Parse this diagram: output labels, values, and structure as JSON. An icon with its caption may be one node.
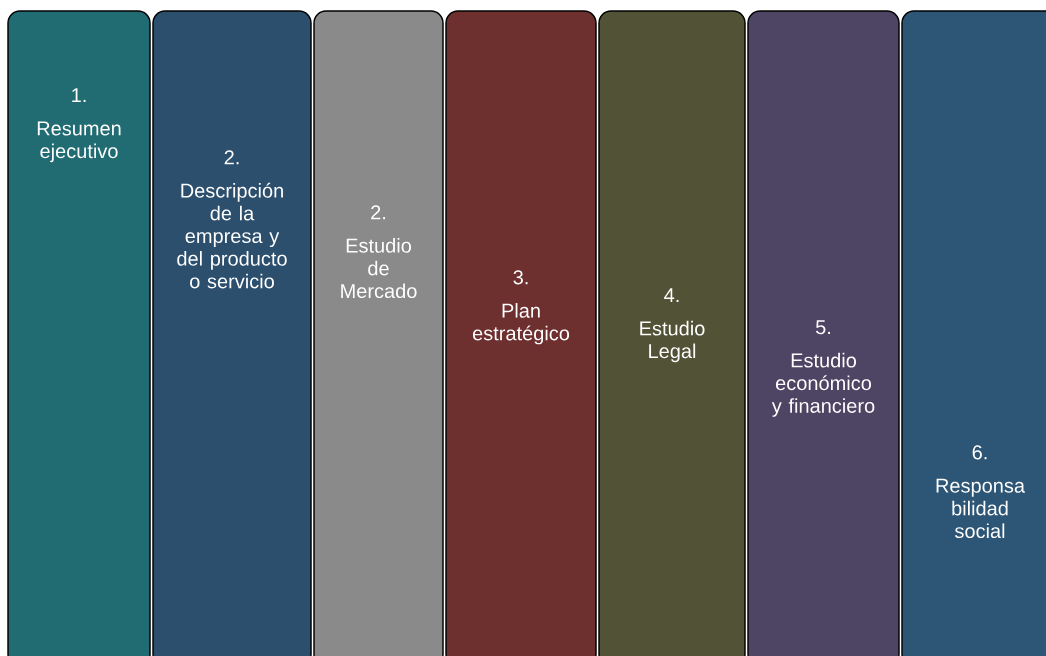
{
  "diagram": {
    "nodes": [
      {
        "text": [
          "1.",
          "Resumen ejecutivo"
        ]
      },
      {
        "text": [
          "2.",
          "Descripción de la empresa y del producto o servicio"
        ]
      },
      {
        "text": [
          "2.",
          "Estudio de Mercado"
        ]
      },
      {
        "text": [
          "3.",
          "Plan estratégico"
        ]
      },
      {
        "text": [
          "4.",
          "Estudio Legal"
        ]
      },
      {
        "text": [
          "5.",
          "Estudio económico y financiero"
        ]
      },
      {
        "text": [
          "6.",
          "Responsa bilidad social"
        ]
      }
    ]
  }
}
